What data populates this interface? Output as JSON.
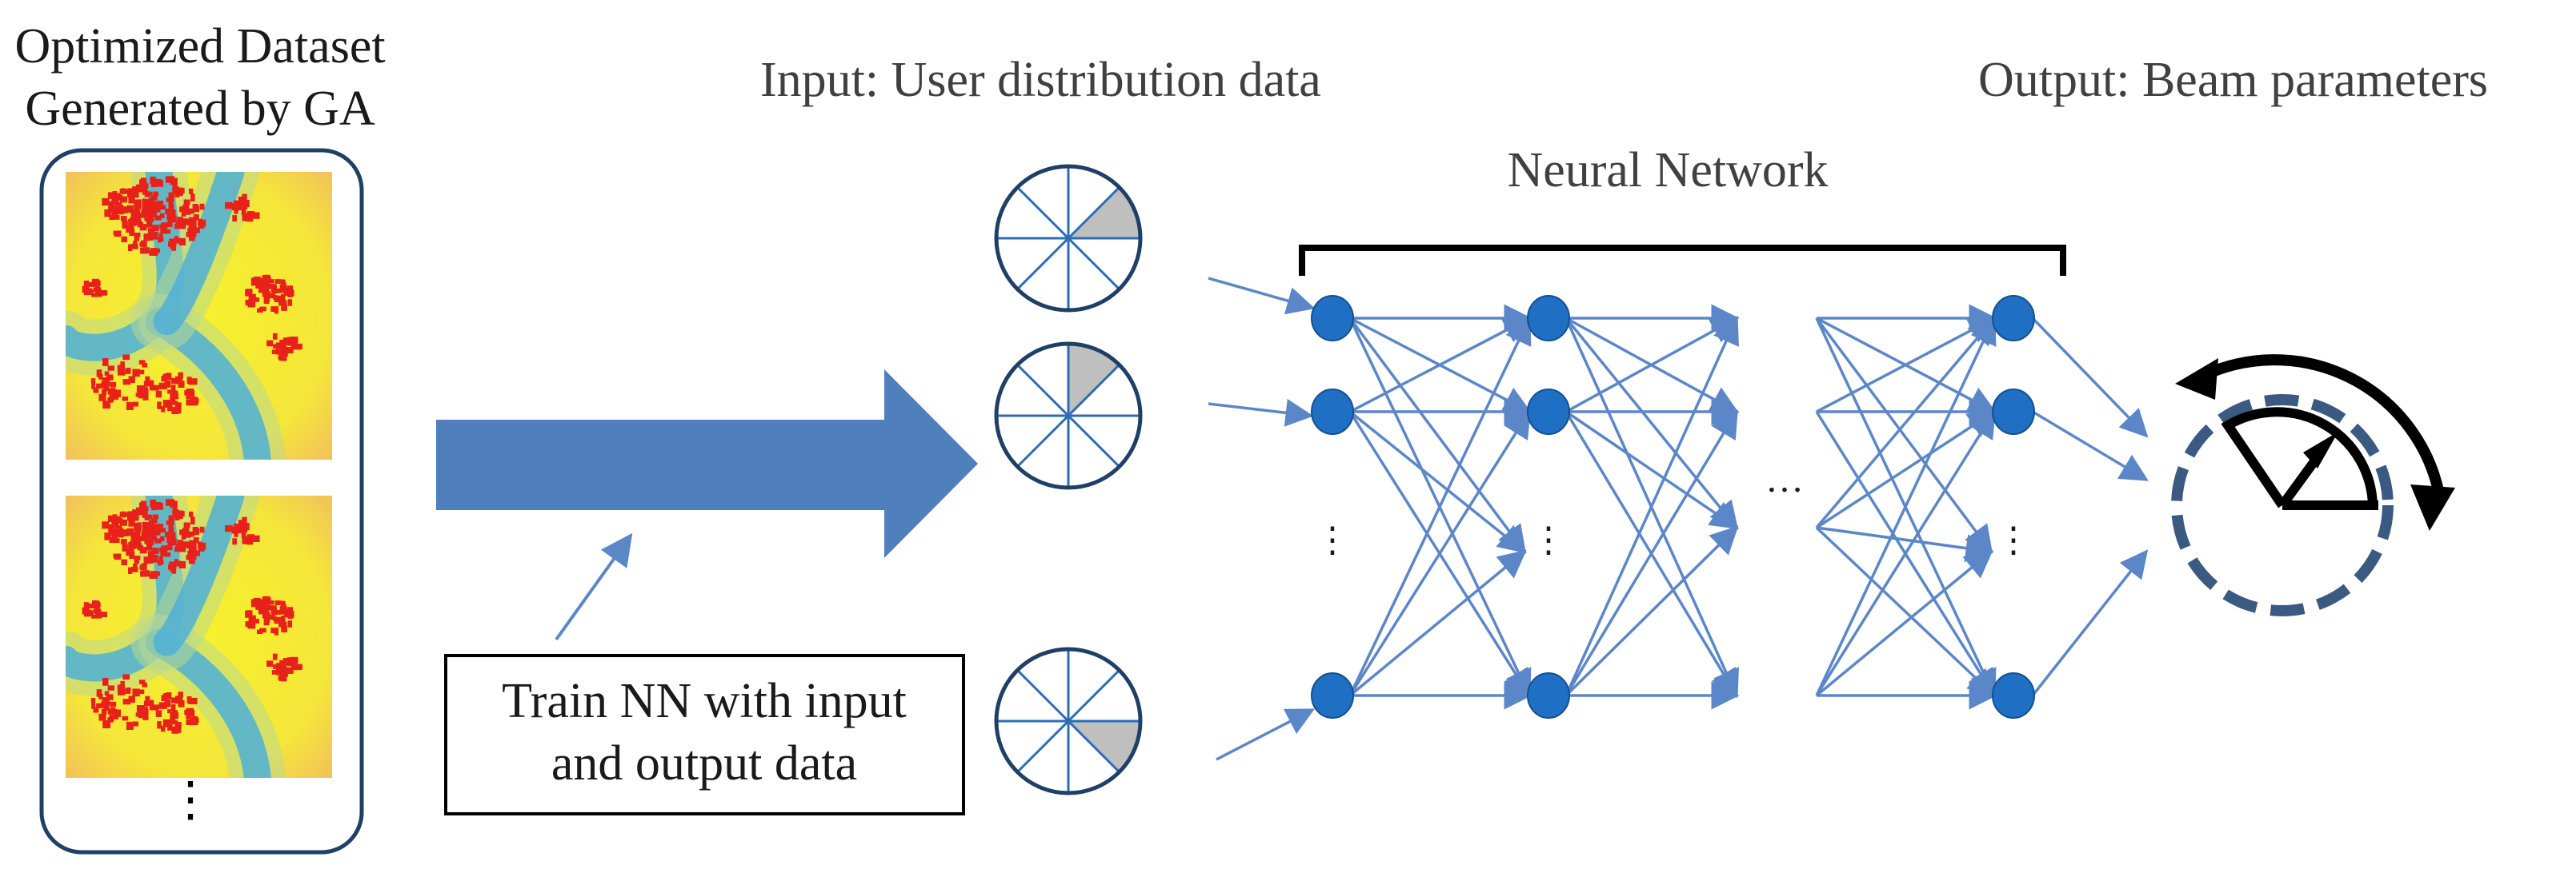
{
  "dataset": {
    "title_line1": "Optimized Dataset",
    "title_line2": "Generated by GA",
    "ellipsis": "⋮"
  },
  "input_label": "Input: User distribution data",
  "output_label": "Output: Beam parameters",
  "network_label": "Neural Network",
  "train_box": {
    "line1": "Train NN with input",
    "line2": "and output data"
  },
  "hidden_ellipsis": "⋮",
  "layer_gap_ellipsis": "…",
  "colors": {
    "node": "#1f6fc5",
    "edge": "#5b86c8",
    "big_arrow": "#4f7fbd",
    "pie_line": "#2e6db4",
    "pie_fill": "#bfbfbf",
    "output_ring": "#3b5a82",
    "heatmap_bg": "#f5f02a",
    "heatmap_valley": "#4fb0d6",
    "user_dots": "#e8211b"
  }
}
